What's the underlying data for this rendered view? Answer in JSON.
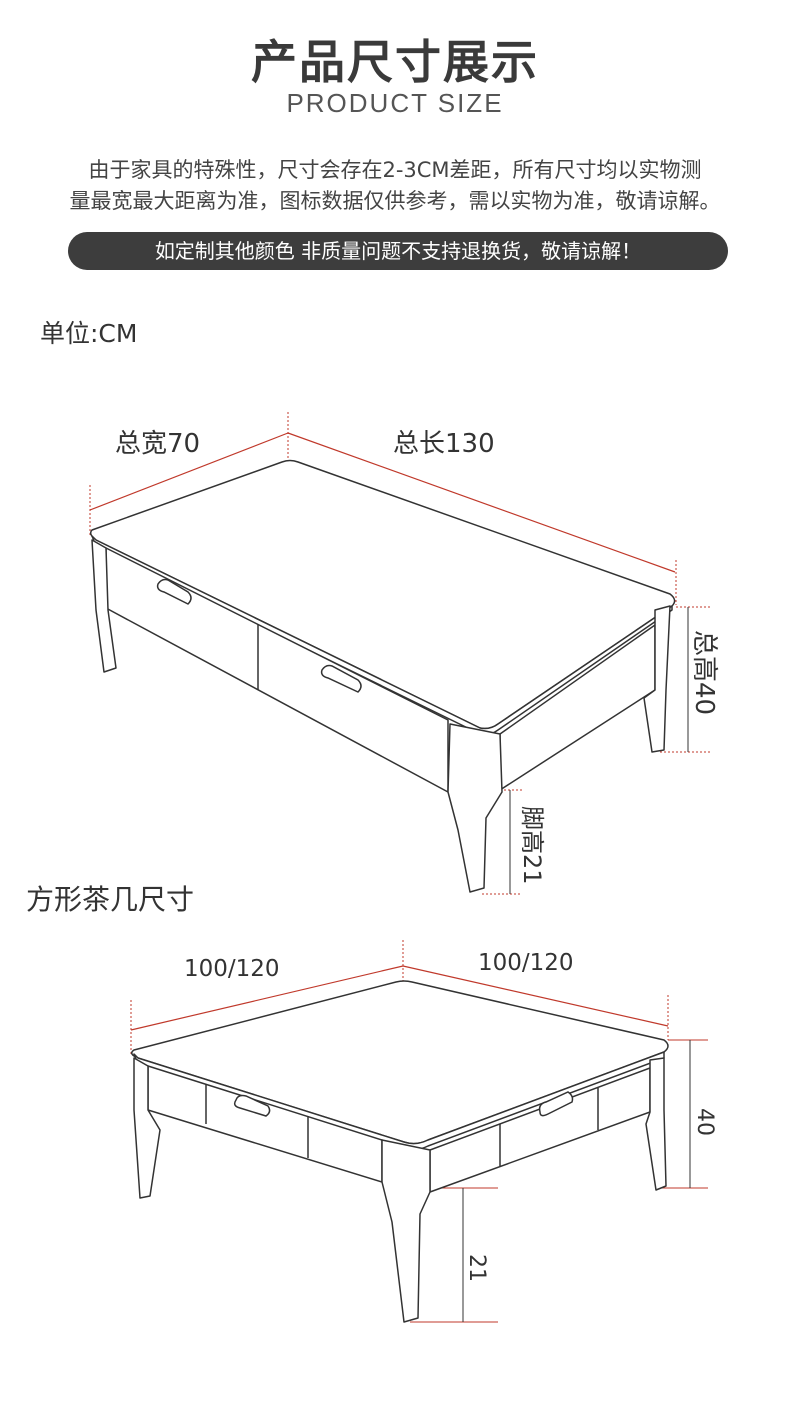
{
  "header": {
    "title": "产品尺寸展示",
    "subtitle": "PRODUCT SIZE"
  },
  "notice": {
    "line1": "由于家具的特殊性，尺寸会存在2-3CM差距，所有尺寸均以实物测",
    "line2": "量最宽最大距离为准，图标数据仅供参考，需以实物为准，敬请谅解。",
    "banner": "如定制其他颜色 非质量问题不支持退换货，敬请谅解！"
  },
  "unit_label": "单位:CM",
  "rect_table": {
    "width_label": "总宽70",
    "length_label": "总长130",
    "height_label": "总高40",
    "leg_label": "脚高21"
  },
  "square_table": {
    "section_title": "方形茶几尺寸",
    "side_a_label": "100/120",
    "side_b_label": "100/120",
    "height_label": "40",
    "leg_label": "21"
  },
  "colors": {
    "dimension_line": "#c0392b",
    "outline": "#333333",
    "banner_bg": "#3d3d3d"
  }
}
